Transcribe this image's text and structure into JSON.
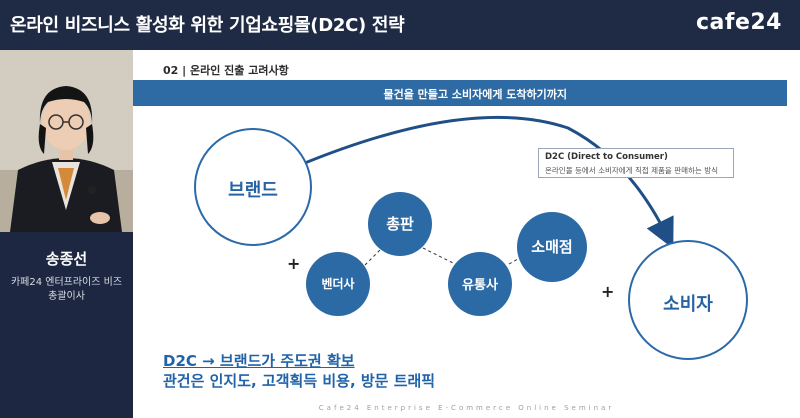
{
  "header": {
    "title": "온라인 비즈니스 활성화 위한 기업쇼핑몰(D2C) 전략",
    "logo": "cafe24"
  },
  "speaker": {
    "name": "송종선",
    "role_line1": "카페24 엔터프라이즈 비즈",
    "role_line2": "총괄이사"
  },
  "slide": {
    "section": "02 | 온라인 진출 고려사항",
    "banner": "물건을 만들고 소비자에게 도착하기까지",
    "nodes": {
      "brand": "브랜드",
      "consumer": "소비자",
      "distributor": "총판",
      "vendor": "벤더사",
      "retailer": "유통사",
      "retail_store": "소매점"
    },
    "plus_symbol": "+",
    "d2c_box": {
      "title": "D2C (Direct to Consumer)",
      "desc": "온라인몰 등에서 소비자에게 직접 제품을 판매하는 방식"
    },
    "summary": {
      "line1": "D2C → 브랜드가 주도권 확보",
      "line2": "관건은 인지도, 고객획득 비용, 방문 트래픽"
    },
    "footer": "Cafe24 Enterprise E-Commerce Online Seminar"
  },
  "colors": {
    "header_bg": "#1f2a44",
    "accent_blue": "#2b6aa5",
    "summary_blue": "#2063a8"
  }
}
